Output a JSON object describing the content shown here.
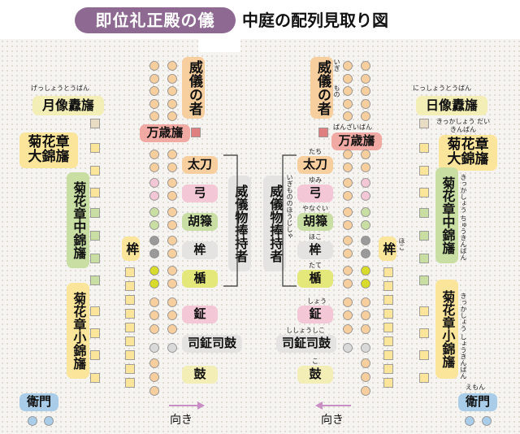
{
  "header": {
    "title": "即位礼正殿の儀",
    "subtitle": "中庭の配列見取り図"
  },
  "left": {
    "gessho_ruby": "げっしょうとうばん",
    "gessho": "月像纛旛",
    "kikka_dai": "菊花章大錦旛",
    "kikka_chu": "菊花章中錦旛",
    "kikka_sho": "菊花章小錦旛",
    "hoko": "桙",
    "emon": "衛門",
    "iginomono": "威儀の者",
    "banzai": "万歳旛",
    "tachi": "太刀",
    "yumi": "弓",
    "yanagui": "胡簶",
    "hoko2": "桙",
    "tate": "楯",
    "sho": "鉦",
    "shishoshoko": "司鉦司鼓",
    "ko": "鼓",
    "igibutsu": "威儀物捧持者",
    "muki": "向き"
  },
  "right": {
    "nissho_ruby": "にっしょうとうばん",
    "nissho": "日像纛旛",
    "kikka_dai_ruby": "きっかしょう だいきんばん",
    "kikka_dai": "菊花章大錦旛",
    "kikka_chu_ruby": "きっかしょう ちゅうきんばん",
    "kikka_chu": "菊花章中錦旛",
    "kikka_sho_ruby": "きっかしょう しょうきんばん",
    "kikka_sho": "菊花章小錦旛",
    "hoko": "桙",
    "hoko_ruby": "ほこ",
    "emon": "衛門",
    "emon_ruby": "えもん",
    "iginomono": "威儀の者",
    "iginomono_ruby_1": "いぎ",
    "iginomono_ruby_2": "もの",
    "banzai": "万歳旛",
    "banzai_ruby": "ばんざいばん",
    "tachi": "太刀",
    "tachi_ruby": "たち",
    "yumi": "弓",
    "yumi_ruby": "ゆみ",
    "yanagui": "胡簶",
    "yanagui_ruby": "やなぐい",
    "hoko2": "桙",
    "hoko2_ruby": "ほこ",
    "tate": "楯",
    "tate_ruby": "たて",
    "sho": "鉦",
    "sho_ruby": "しょう",
    "shishoshoko": "司鉦司鼓",
    "shishoshoko_ruby": "ししょうしこ",
    "ko": "鼓",
    "ko_ruby": "こ",
    "igibutsu": "威儀物捧持者",
    "igibutsu_ruby": "いぎもののほうじしゃ",
    "muki": "向き"
  },
  "colors": {
    "title_bg": "#8e6a93",
    "yellow": "#fbe59a",
    "green": "#c8dea3",
    "blue": "#a9cde8",
    "orange": "#f7cf9f",
    "red": "#f1a9a3",
    "gray": "#e4e3e1",
    "pink": "#f3c7d6",
    "arrow": "#c98fc5"
  }
}
